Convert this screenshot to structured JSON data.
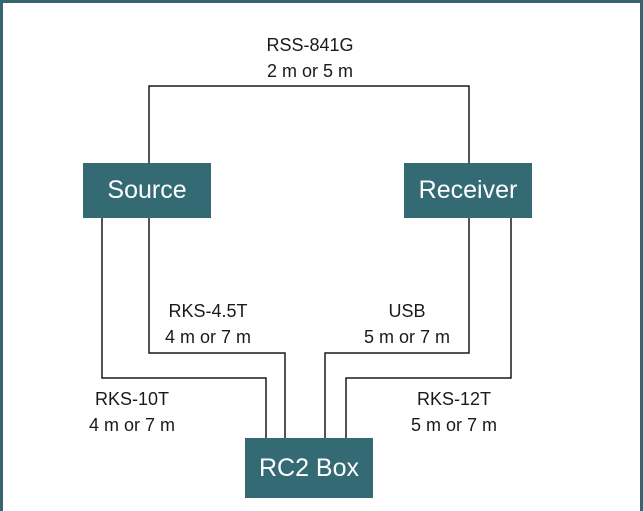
{
  "colors": {
    "node_fill": "#336a74",
    "node_text": "#ffffff",
    "wire": "#1a1a1a",
    "frame": "#3a6470"
  },
  "nodes": {
    "source": "Source",
    "receiver": "Receiver",
    "rc2box": "RC2 Box"
  },
  "cables": {
    "rss": {
      "name": "RSS-841G",
      "length": "2 m or 5 m"
    },
    "rks45": {
      "name": "RKS-4.5T",
      "length": "4 m or 7 m"
    },
    "usb": {
      "name": "USB",
      "length": "5 m or 7 m"
    },
    "rks10": {
      "name": "RKS-10T",
      "length": "4 m or 7 m"
    },
    "rks12": {
      "name": "RKS-12T",
      "length": "5 m or 7 m"
    }
  }
}
